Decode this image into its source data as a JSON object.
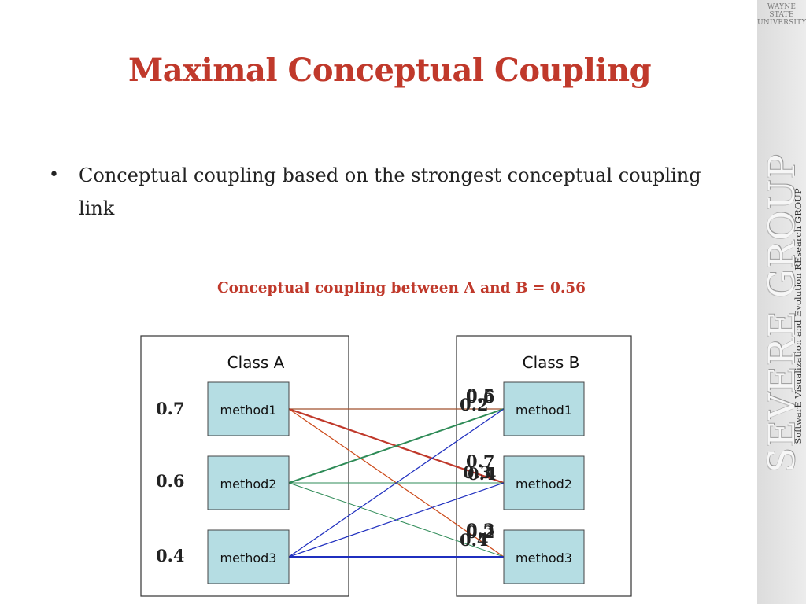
{
  "slide": {
    "title": "Maximal Conceptual Coupling",
    "bullets": [
      "Conceptual coupling based on the strongest conceptual coupling link"
    ],
    "result": "Conceptual coupling between A  and B = 0.56"
  },
  "branding": {
    "university_line1": "WAYNE STATE",
    "university_line2": "UNIVERSITY",
    "group_logo": "SEVERE GROUP",
    "group_caption": "SoftwarE Visualization and Evolution REsearch GROUP"
  },
  "colors": {
    "title": "#c0392b",
    "method_fill": "#b5dde3",
    "link_brown": "#a0522d",
    "link_orange": "#cc4a1a",
    "link_red": "#c0392b",
    "link_green": "#2e8b57",
    "link_blue": "#1f2fbf"
  },
  "diagram": {
    "class_a": {
      "name": "Class A",
      "methods": [
        {
          "name": "method1",
          "weight": "0.7"
        },
        {
          "name": "method2",
          "weight": "0.6"
        },
        {
          "name": "method3",
          "weight": "0.4"
        }
      ]
    },
    "class_b": {
      "name": "Class B",
      "methods": [
        {
          "name": "method1",
          "incoming": [
            "0.5",
            "0.6",
            "0.2"
          ]
        },
        {
          "name": "method2",
          "incoming": [
            "0.7",
            "0.3",
            "0.4"
          ]
        },
        {
          "name": "method3",
          "incoming": [
            "0.3",
            "0.2",
            "0.4"
          ]
        }
      ]
    },
    "links": [
      {
        "from": 0,
        "to": 0,
        "color": "#a0522d",
        "width": 1.2
      },
      {
        "from": 0,
        "to": 1,
        "color": "#c0392b",
        "width": 2.2
      },
      {
        "from": 0,
        "to": 2,
        "color": "#cc4a1a",
        "width": 1.2
      },
      {
        "from": 1,
        "to": 0,
        "color": "#2e8b57",
        "width": 2
      },
      {
        "from": 1,
        "to": 1,
        "color": "#2e8b57",
        "width": 1
      },
      {
        "from": 1,
        "to": 2,
        "color": "#2e8b57",
        "width": 1
      },
      {
        "from": 2,
        "to": 0,
        "color": "#1f2fbf",
        "width": 1.2
      },
      {
        "from": 2,
        "to": 1,
        "color": "#1f2fbf",
        "width": 1.2
      },
      {
        "from": 2,
        "to": 2,
        "color": "#1f2fbf",
        "width": 2
      }
    ]
  }
}
